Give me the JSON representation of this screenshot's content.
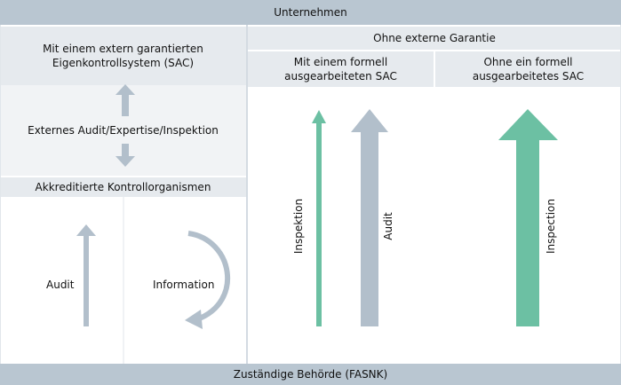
{
  "top_bar": {
    "label": "Unternehmen"
  },
  "bottom_bar": {
    "label": "Zuständige Behörde (FASNK)"
  },
  "left_panel": {
    "header": "Mit einem extern garantierten\nEigenkontrollsystem (SAC)",
    "middle_label": "Externes Audit/Expertise/Inspektion",
    "accredited_label": "Akkreditierte Kontrollorganismen",
    "audit_label": "Audit",
    "information_label": "Information"
  },
  "right_panel": {
    "header": "Ohne externe Garantie",
    "col_formal": "Mit einem formell\nausgearbeiteten SAC",
    "col_informal": "Ohne ein formell\nausgearbeitetes SAC",
    "arrow_inspektion_label": "Inspektion",
    "arrow_audit_label": "Audit",
    "arrow_inspection_label": "Inspection"
  },
  "colors": {
    "bar_blue_gray": "#b9c6d1",
    "panel_light": "#e6eaee",
    "panel_pale": "#f1f3f5",
    "arrow_gray": "#b2bfcb",
    "arrow_green": "#6cc0a3"
  }
}
